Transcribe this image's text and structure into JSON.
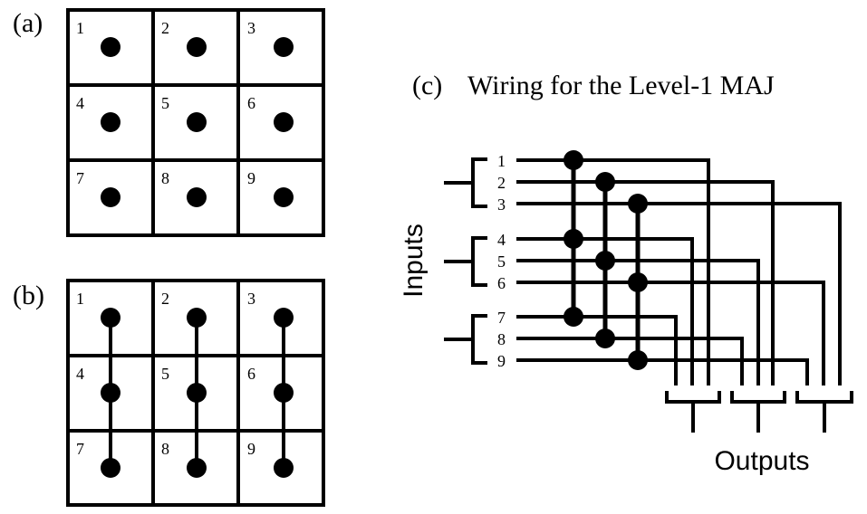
{
  "panel_a": {
    "label": "(a)",
    "cells": [
      "1",
      "2",
      "3",
      "4",
      "5",
      "6",
      "7",
      "8",
      "9"
    ]
  },
  "panel_b": {
    "label": "(b)",
    "cells": [
      "1",
      "2",
      "3",
      "4",
      "5",
      "6",
      "7",
      "8",
      "9"
    ]
  },
  "panel_c": {
    "label": "(c)",
    "title": "Wiring for the Level-1 MAJ",
    "inputs_label": "Inputs",
    "outputs_label": "Outputs",
    "lines": [
      "1",
      "2",
      "3",
      "4",
      "5",
      "6",
      "7",
      "8",
      "9"
    ]
  }
}
